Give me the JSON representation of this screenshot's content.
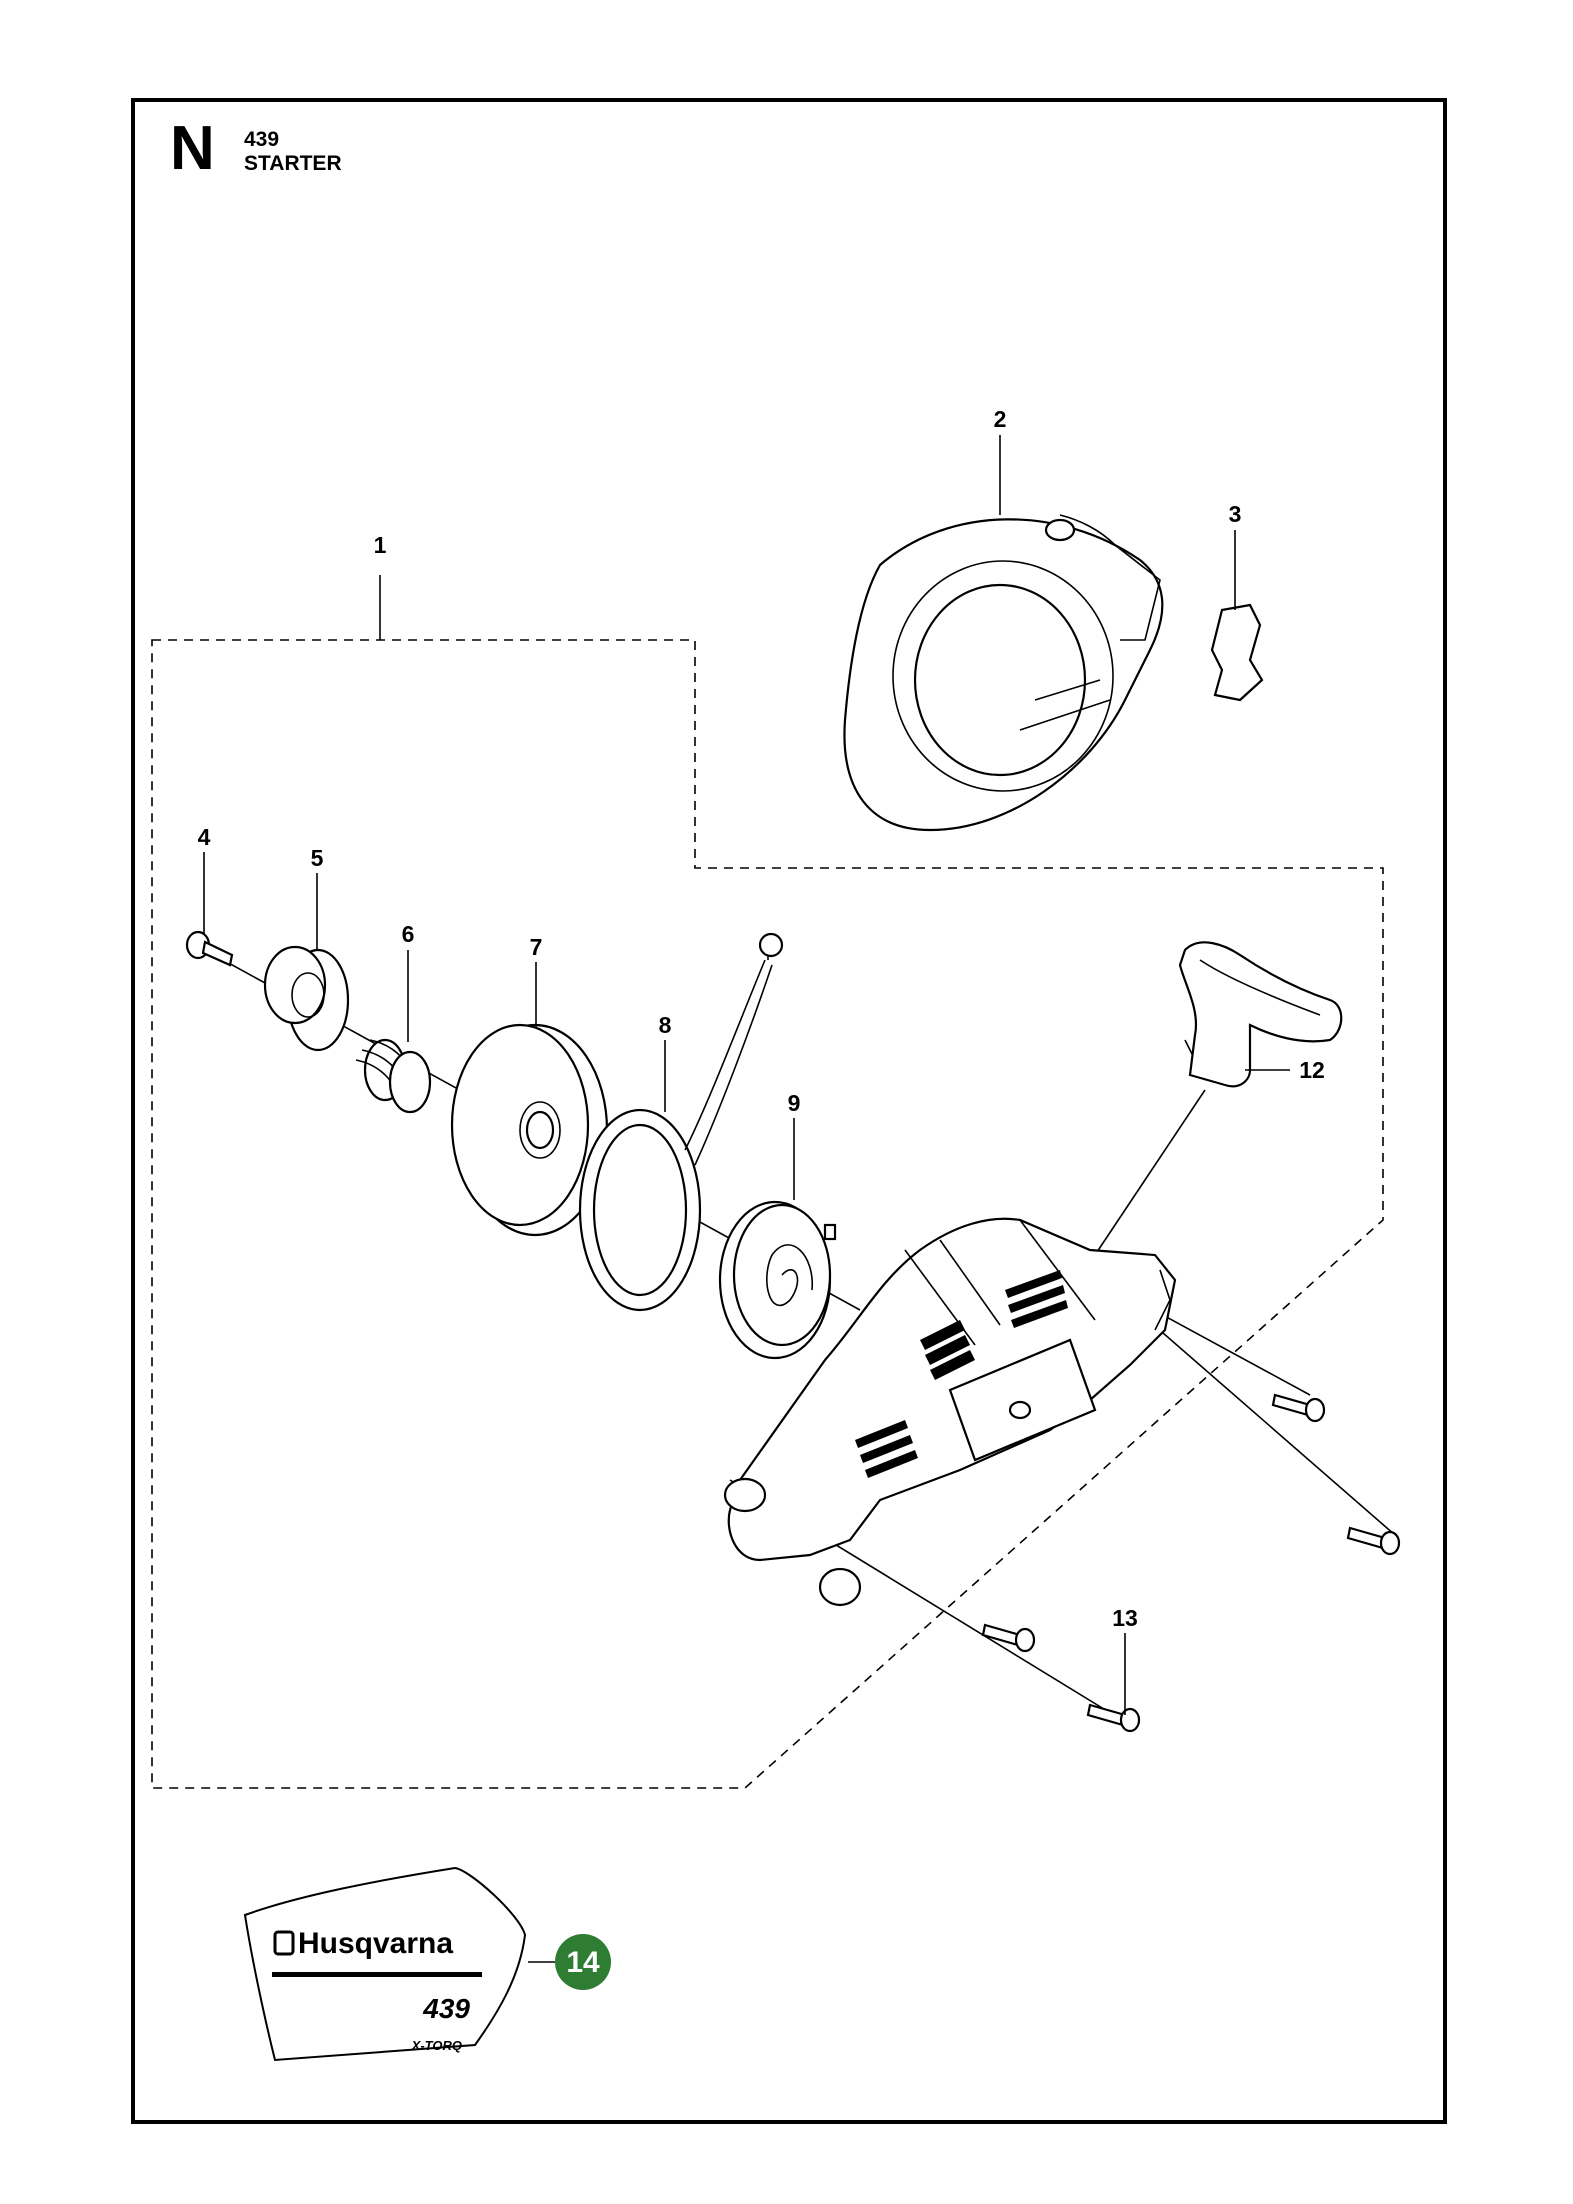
{
  "header": {
    "section_letter": "N",
    "model": "439",
    "title": "STARTER"
  },
  "callouts": [
    {
      "id": "1",
      "label": "1"
    },
    {
      "id": "2",
      "label": "2"
    },
    {
      "id": "3",
      "label": "3"
    },
    {
      "id": "4",
      "label": "4"
    },
    {
      "id": "5",
      "label": "5"
    },
    {
      "id": "6",
      "label": "6"
    },
    {
      "id": "7",
      "label": "7"
    },
    {
      "id": "8",
      "label": "8"
    },
    {
      "id": "9",
      "label": "9"
    },
    {
      "id": "12",
      "label": "12"
    },
    {
      "id": "13",
      "label": "13"
    },
    {
      "id": "14",
      "label": "14"
    }
  ],
  "decal": {
    "brand": "Husqvarna",
    "model": "439",
    "feature": "X-TORQ"
  },
  "colors": {
    "badge_green": "#2e7d32",
    "ink": "#000000"
  }
}
